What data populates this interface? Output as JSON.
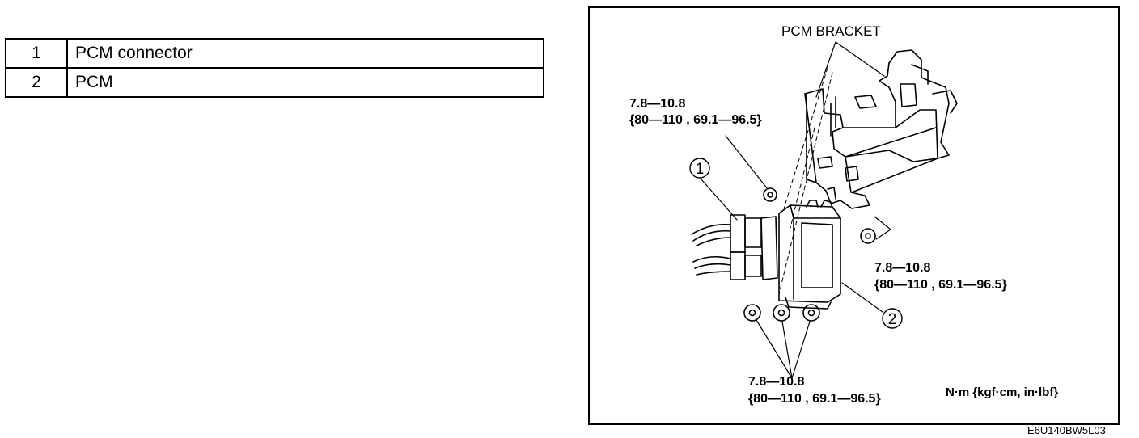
{
  "legend": {
    "rows": [
      {
        "no": "1",
        "name": "PCM connector"
      },
      {
        "no": "2",
        "name": "PCM"
      }
    ]
  },
  "diagram": {
    "bracket_label": "PCM BRACKET",
    "torque_upper": {
      "line1": "7.8—10.8",
      "line2": "{80—110 , 69.1—96.5}"
    },
    "torque_right": {
      "line1": "7.8—10.8",
      "line2": "{80—110 , 69.1—96.5}"
    },
    "torque_bottom": {
      "line1": "7.8—10.8",
      "line2": "{80—110 , 69.1—96.5}"
    },
    "callout_1": "1",
    "callout_2": "2",
    "units": "N·m {kgf·cm, in·lbf}",
    "figure_code": "E6U140BW5L03"
  }
}
